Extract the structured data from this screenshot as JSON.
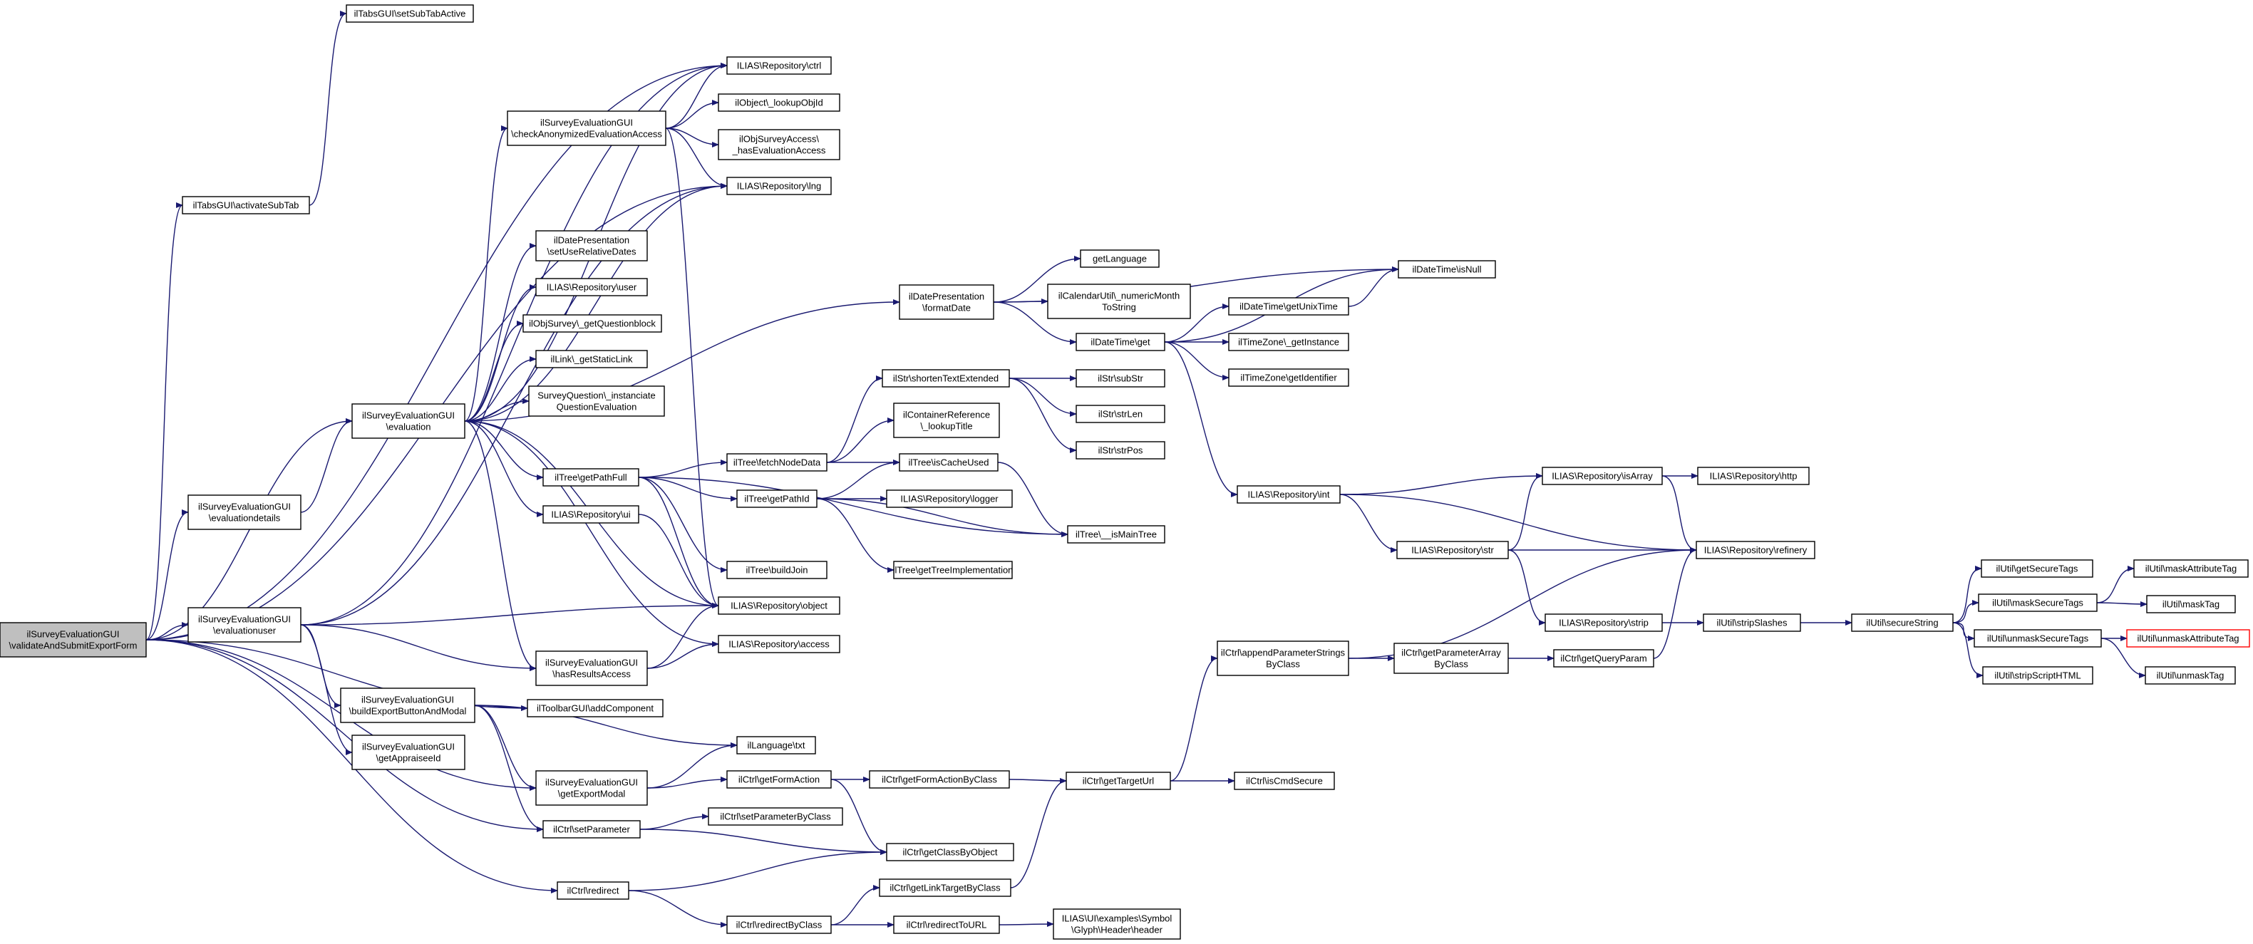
{
  "diagram": {
    "nodes": [
      {
        "id": "root",
        "lines": [
          "ilSurveyEvaluationGUI",
          "\\validateAndSubmitExportForm"
        ],
        "root": true
      },
      {
        "id": "n_setSubTabActive",
        "lines": [
          "ilTabsGUI\\setSubTabActive"
        ]
      },
      {
        "id": "n_activateSubTab",
        "lines": [
          "ilTabsGUI\\activateSubTab"
        ]
      },
      {
        "id": "n_evaluationdetails",
        "lines": [
          "ilSurveyEvaluationGUI",
          "\\evaluationdetails"
        ]
      },
      {
        "id": "n_evaluationuser",
        "lines": [
          "ilSurveyEvaluationGUI",
          "\\evaluationuser"
        ]
      },
      {
        "id": "n_evaluation",
        "lines": [
          "ilSurveyEvaluationGUI",
          "\\evaluation"
        ]
      },
      {
        "id": "n_ctrl",
        "lines": [
          "ILIAS\\Repository\\ctrl"
        ]
      },
      {
        "id": "n_checkAnon",
        "lines": [
          "ilSurveyEvaluationGUI",
          "\\checkAnonymizedEvaluationAccess"
        ]
      },
      {
        "id": "n_lookupObjId",
        "lines": [
          "ilObject\\_lookupObjId"
        ]
      },
      {
        "id": "n_hasEvalAccess",
        "lines": [
          "ilObjSurveyAccess\\",
          "_hasEvaluationAccess"
        ]
      },
      {
        "id": "n_lng",
        "lines": [
          "ILIAS\\Repository\\lng"
        ]
      },
      {
        "id": "n_setUseRelDates",
        "lines": [
          "ilDatePresentation",
          "\\setUseRelativeDates"
        ]
      },
      {
        "id": "n_user",
        "lines": [
          "ILIAS\\Repository\\user"
        ]
      },
      {
        "id": "n_getQuestionblock",
        "lines": [
          "ilObjSurvey\\_getQuestionblock"
        ]
      },
      {
        "id": "n_getStaticLink",
        "lines": [
          "ilLink\\_getStaticLink"
        ]
      },
      {
        "id": "n_instanciate",
        "lines": [
          "SurveyQuestion\\_instanciate",
          "QuestionEvaluation"
        ]
      },
      {
        "id": "n_getPathFull",
        "lines": [
          "ilTree\\getPathFull"
        ]
      },
      {
        "id": "n_ui",
        "lines": [
          "ILIAS\\Repository\\ui"
        ]
      },
      {
        "id": "n_object",
        "lines": [
          "ILIAS\\Repository\\object"
        ]
      },
      {
        "id": "n_access",
        "lines": [
          "ILIAS\\Repository\\access"
        ]
      },
      {
        "id": "n_hasResultsAccess",
        "lines": [
          "ilSurveyEvaluationGUI",
          "\\hasResultsAccess"
        ]
      },
      {
        "id": "n_buildExport",
        "lines": [
          "ilSurveyEvaluationGUI",
          "\\buildExportButtonAndModal"
        ]
      },
      {
        "id": "n_getAppraiseeId",
        "lines": [
          "ilSurveyEvaluationGUI",
          "\\getAppraiseeId"
        ]
      },
      {
        "id": "n_addComponent",
        "lines": [
          "ilToolbarGUI\\addComponent"
        ]
      },
      {
        "id": "n_txt",
        "lines": [
          "ilLanguage\\txt"
        ]
      },
      {
        "id": "n_getExportModal",
        "lines": [
          "ilSurveyEvaluationGUI",
          "\\getExportModal"
        ]
      },
      {
        "id": "n_setParameter",
        "lines": [
          "ilCtrl\\setParameter"
        ]
      },
      {
        "id": "n_redirect",
        "lines": [
          "ilCtrl\\redirect"
        ]
      },
      {
        "id": "n_formatDate",
        "lines": [
          "ilDatePresentation",
          "\\formatDate"
        ]
      },
      {
        "id": "n_shortenText",
        "lines": [
          "ilStr\\shortenTextExtended"
        ]
      },
      {
        "id": "n_containerRef",
        "lines": [
          "ilContainerReference",
          "\\_lookupTitle"
        ]
      },
      {
        "id": "n_fetchNodeData",
        "lines": [
          "ilTree\\fetchNodeData"
        ]
      },
      {
        "id": "n_isCacheUsed",
        "lines": [
          "ilTree\\isCacheUsed"
        ]
      },
      {
        "id": "n_getPathId",
        "lines": [
          "ilTree\\getPathId"
        ]
      },
      {
        "id": "n_logger",
        "lines": [
          "ILIAS\\Repository\\logger"
        ]
      },
      {
        "id": "n_isMainTree",
        "lines": [
          "ilTree\\__isMainTree"
        ]
      },
      {
        "id": "n_buildJoin",
        "lines": [
          "ilTree\\buildJoin"
        ]
      },
      {
        "id": "n_getTreeImpl",
        "lines": [
          "ilTree\\getTreeImplementation"
        ]
      },
      {
        "id": "n_getFormAction",
        "lines": [
          "ilCtrl\\getFormAction"
        ]
      },
      {
        "id": "n_setParamByClass",
        "lines": [
          "ilCtrl\\setParameterByClass"
        ]
      },
      {
        "id": "n_getClassByObject",
        "lines": [
          "ilCtrl\\getClassByObject"
        ]
      },
      {
        "id": "n_getFormActionByClass",
        "lines": [
          "ilCtrl\\getFormActionByClass"
        ]
      },
      {
        "id": "n_getLinkTarget",
        "lines": [
          "ilCtrl\\getLinkTargetByClass"
        ]
      },
      {
        "id": "n_redirectByClass",
        "lines": [
          "ilCtrl\\redirectByClass"
        ]
      },
      {
        "id": "n_redirectToURL",
        "lines": [
          "ilCtrl\\redirectToURL"
        ]
      },
      {
        "id": "n_glyphHeader",
        "lines": [
          "ILIAS\\UI\\examples\\Symbol",
          "\\Glyph\\Header\\header"
        ]
      },
      {
        "id": "n_getLanguage",
        "lines": [
          "getLanguage"
        ]
      },
      {
        "id": "n_numericMonth",
        "lines": [
          "ilCalendarUtil\\_numericMonth",
          "ToString"
        ]
      },
      {
        "id": "n_dateGet",
        "lines": [
          "ilDateTime\\get"
        ]
      },
      {
        "id": "n_isNull",
        "lines": [
          "ilDateTime\\isNull"
        ]
      },
      {
        "id": "n_getUnixTime",
        "lines": [
          "ilDateTime\\getUnixTime"
        ]
      },
      {
        "id": "n_getInstance",
        "lines": [
          "ilTimeZone\\_getInstance"
        ]
      },
      {
        "id": "n_getIdentifier",
        "lines": [
          "ilTimeZone\\getIdentifier"
        ]
      },
      {
        "id": "n_subStr",
        "lines": [
          "ilStr\\subStr"
        ]
      },
      {
        "id": "n_strLen",
        "lines": [
          "ilStr\\strLen"
        ]
      },
      {
        "id": "n_strPos",
        "lines": [
          "ilStr\\strPos"
        ]
      },
      {
        "id": "n_int",
        "lines": [
          "ILIAS\\Repository\\int"
        ]
      },
      {
        "id": "n_isArray",
        "lines": [
          "ILIAS\\Repository\\isArray"
        ]
      },
      {
        "id": "n_http",
        "lines": [
          "ILIAS\\Repository\\http"
        ]
      },
      {
        "id": "n_str",
        "lines": [
          "ILIAS\\Repository\\str"
        ]
      },
      {
        "id": "n_refinery",
        "lines": [
          "ILIAS\\Repository\\refinery"
        ]
      },
      {
        "id": "n_strip",
        "lines": [
          "ILIAS\\Repository\\strip"
        ]
      },
      {
        "id": "n_appendParam",
        "lines": [
          "ilCtrl\\appendParameterStrings",
          "ByClass"
        ]
      },
      {
        "id": "n_getParamArray",
        "lines": [
          "ilCtrl\\getParameterArray",
          "ByClass"
        ]
      },
      {
        "id": "n_getQueryParam",
        "lines": [
          "ilCtrl\\getQueryParam"
        ]
      },
      {
        "id": "n_getTargetUrl",
        "lines": [
          "ilCtrl\\getTargetUrl"
        ]
      },
      {
        "id": "n_isCmdSecure",
        "lines": [
          "ilCtrl\\isCmdSecure"
        ]
      },
      {
        "id": "n_stripSlashes",
        "lines": [
          "ilUtil\\stripSlashes"
        ]
      },
      {
        "id": "n_secureString",
        "lines": [
          "ilUtil\\secureString"
        ]
      },
      {
        "id": "n_getSecureTags",
        "lines": [
          "ilUtil\\getSecureTags"
        ]
      },
      {
        "id": "n_maskSecureTags",
        "lines": [
          "ilUtil\\maskSecureTags"
        ]
      },
      {
        "id": "n_unmaskSecureTags",
        "lines": [
          "ilUtil\\unmaskSecureTags"
        ]
      },
      {
        "id": "n_stripScriptHTML",
        "lines": [
          "ilUtil\\stripScriptHTML"
        ]
      },
      {
        "id": "n_maskAttributeTag",
        "lines": [
          "ilUtil\\maskAttributeTag"
        ]
      },
      {
        "id": "n_maskTag",
        "lines": [
          "ilUtil\\maskTag"
        ]
      },
      {
        "id": "n_unmaskAttributeTag",
        "lines": [
          "ilUtil\\unmaskAttributeTag"
        ],
        "highlight": true
      },
      {
        "id": "n_unmaskTag",
        "lines": [
          "ilUtil\\unmaskTag"
        ]
      }
    ],
    "edges": [
      [
        "root",
        "n_activateSubTab"
      ],
      [
        "root",
        "n_evaluationdetails"
      ],
      [
        "root",
        "n_evaluationuser"
      ],
      [
        "root",
        "n_evaluation"
      ],
      [
        "root",
        "n_ctrl"
      ],
      [
        "root",
        "n_lng"
      ],
      [
        "root",
        "n_addComponent"
      ],
      [
        "root",
        "n_getExportModal"
      ],
      [
        "root",
        "n_setParameter"
      ],
      [
        "root",
        "n_redirect"
      ],
      [
        "n_activateSubTab",
        "n_setSubTabActive"
      ],
      [
        "n_evaluationdetails",
        "n_evaluation"
      ],
      [
        "n_evaluationuser",
        "n_ctrl"
      ],
      [
        "n_evaluationuser",
        "n_lng"
      ],
      [
        "n_evaluationuser",
        "n_object"
      ],
      [
        "n_evaluationuser",
        "n_hasResultsAccess"
      ],
      [
        "n_evaluationuser",
        "n_buildExport"
      ],
      [
        "n_evaluationuser",
        "n_getAppraiseeId"
      ],
      [
        "n_evaluation",
        "n_checkAnon"
      ],
      [
        "n_evaluation",
        "n_ctrl"
      ],
      [
        "n_evaluation",
        "n_lng"
      ],
      [
        "n_evaluation",
        "n_setUseRelDates"
      ],
      [
        "n_evaluation",
        "n_user"
      ],
      [
        "n_evaluation",
        "n_getQuestionblock"
      ],
      [
        "n_evaluation",
        "n_getStaticLink"
      ],
      [
        "n_evaluation",
        "n_instanciate"
      ],
      [
        "n_evaluation",
        "n_getPathFull"
      ],
      [
        "n_evaluation",
        "n_ui"
      ],
      [
        "n_evaluation",
        "n_object"
      ],
      [
        "n_evaluation",
        "n_access"
      ],
      [
        "n_evaluation",
        "n_hasResultsAccess"
      ],
      [
        "n_evaluation",
        "n_formatDate"
      ],
      [
        "n_checkAnon",
        "n_ctrl"
      ],
      [
        "n_checkAnon",
        "n_lookupObjId"
      ],
      [
        "n_checkAnon",
        "n_hasEvalAccess"
      ],
      [
        "n_checkAnon",
        "n_lng"
      ],
      [
        "n_checkAnon",
        "n_object"
      ],
      [
        "n_getPathFull",
        "n_fetchNodeData"
      ],
      [
        "n_getPathFull",
        "n_getPathId"
      ],
      [
        "n_getPathFull",
        "n_buildJoin"
      ],
      [
        "n_getPathFull",
        "n_isMainTree"
      ],
      [
        "n_getPathFull",
        "n_object"
      ],
      [
        "n_ui",
        "n_object"
      ],
      [
        "n_hasResultsAccess",
        "n_object"
      ],
      [
        "n_hasResultsAccess",
        "n_access"
      ],
      [
        "n_buildExport",
        "n_addComponent"
      ],
      [
        "n_buildExport",
        "n_txt"
      ],
      [
        "n_buildExport",
        "n_getExportModal"
      ],
      [
        "n_buildExport",
        "n_setParameter"
      ],
      [
        "n_getExportModal",
        "n_txt"
      ],
      [
        "n_getExportModal",
        "n_getFormAction"
      ],
      [
        "n_setParameter",
        "n_setParamByClass"
      ],
      [
        "n_setParameter",
        "n_getClassByObject"
      ],
      [
        "n_redirect",
        "n_getClassByObject"
      ],
      [
        "n_redirect",
        "n_redirectByClass"
      ],
      [
        "n_getFormAction",
        "n_getFormActionByClass"
      ],
      [
        "n_getFormAction",
        "n_getClassByObject"
      ],
      [
        "n_getFormActionByClass",
        "n_getTargetUrl"
      ],
      [
        "n_redirectByClass",
        "n_getLinkTarget"
      ],
      [
        "n_redirectByClass",
        "n_redirectToURL"
      ],
      [
        "n_redirectToURL",
        "n_glyphHeader"
      ],
      [
        "n_getLinkTarget",
        "n_getTargetUrl"
      ],
      [
        "n_getTargetUrl",
        "n_appendParam"
      ],
      [
        "n_getTargetUrl",
        "n_isCmdSecure"
      ],
      [
        "n_appendParam",
        "n_getParamArray"
      ],
      [
        "n_appendParam",
        "n_refinery"
      ],
      [
        "n_getParamArray",
        "n_getQueryParam"
      ],
      [
        "n_getQueryParam",
        "n_refinery"
      ],
      [
        "n_fetchNodeData",
        "n_shortenText"
      ],
      [
        "n_fetchNodeData",
        "n_containerRef"
      ],
      [
        "n_fetchNodeData",
        "n_isCacheUsed"
      ],
      [
        "n_getPathId",
        "n_isCacheUsed"
      ],
      [
        "n_getPathId",
        "n_logger"
      ],
      [
        "n_getPathId",
        "n_isMainTree"
      ],
      [
        "n_getPathId",
        "n_getTreeImpl"
      ],
      [
        "n_isCacheUsed",
        "n_isMainTree"
      ],
      [
        "n_shortenText",
        "n_subStr"
      ],
      [
        "n_shortenText",
        "n_strLen"
      ],
      [
        "n_shortenText",
        "n_strPos"
      ],
      [
        "n_formatDate",
        "n_getLanguage"
      ],
      [
        "n_formatDate",
        "n_numericMonth"
      ],
      [
        "n_formatDate",
        "n_dateGet"
      ],
      [
        "n_formatDate",
        "n_isNull"
      ],
      [
        "n_dateGet",
        "n_isNull"
      ],
      [
        "n_dateGet",
        "n_getUnixTime"
      ],
      [
        "n_dateGet",
        "n_getInstance"
      ],
      [
        "n_dateGet",
        "n_getIdentifier"
      ],
      [
        "n_dateGet",
        "n_int"
      ],
      [
        "n_getUnixTime",
        "n_isNull"
      ],
      [
        "n_int",
        "n_isArray"
      ],
      [
        "n_int",
        "n_str"
      ],
      [
        "n_int",
        "n_refinery"
      ],
      [
        "n_isArray",
        "n_http"
      ],
      [
        "n_isArray",
        "n_refinery"
      ],
      [
        "n_str",
        "n_isArray"
      ],
      [
        "n_str",
        "n_refinery"
      ],
      [
        "n_str",
        "n_strip"
      ],
      [
        "n_strip",
        "n_stripSlashes"
      ],
      [
        "n_stripSlashes",
        "n_secureString"
      ],
      [
        "n_secureString",
        "n_getSecureTags"
      ],
      [
        "n_secureString",
        "n_maskSecureTags"
      ],
      [
        "n_secureString",
        "n_unmaskSecureTags"
      ],
      [
        "n_secureString",
        "n_stripScriptHTML"
      ],
      [
        "n_maskSecureTags",
        "n_maskAttributeTag"
      ],
      [
        "n_maskSecureTags",
        "n_maskTag"
      ],
      [
        "n_unmaskSecureTags",
        "n_unmaskAttributeTag"
      ],
      [
        "n_unmaskSecureTags",
        "n_unmaskTag"
      ]
    ]
  }
}
